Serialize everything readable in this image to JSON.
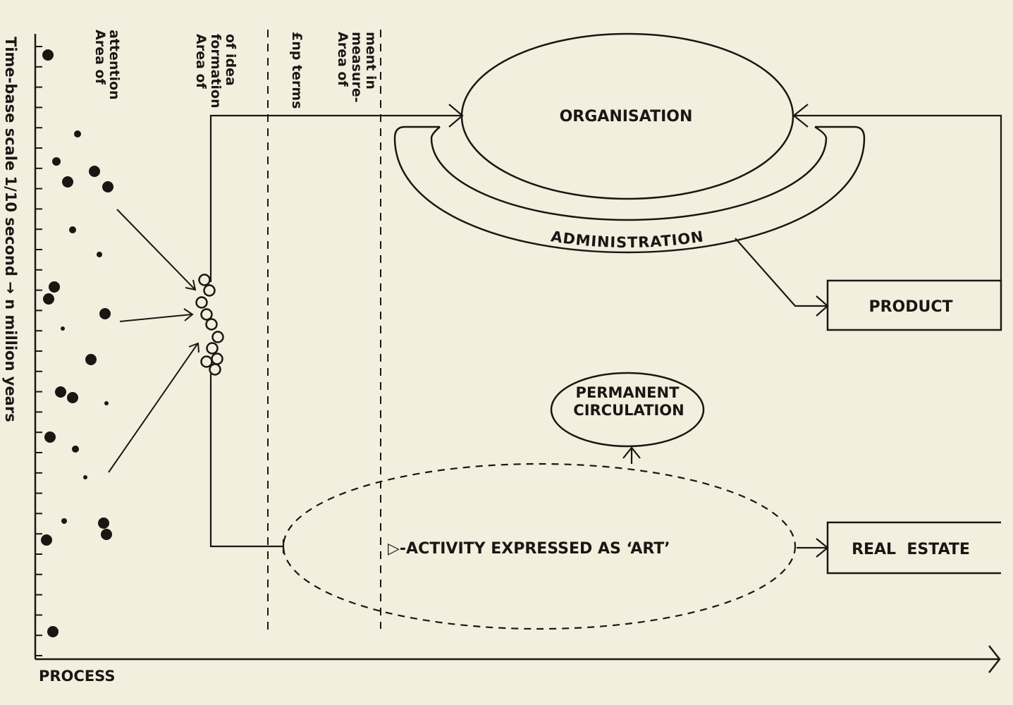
{
  "colors": {
    "ink": "#1a1713",
    "paper": "#f4eedf"
  },
  "axis": {
    "y_label": "Time-base scale 1/10 second → n million years",
    "x_label": "PROCESS"
  },
  "columns": {
    "attention": [
      "Area of",
      "attention"
    ],
    "formation": [
      "Area of",
      "formation",
      "of idea"
    ],
    "measurement": [
      "Area of",
      "measure-",
      "ment in",
      "£np terms"
    ]
  },
  "nodes": {
    "organisation": "ORGANISATION",
    "administration": "ADMINISTRATION",
    "product": "PRODUCT",
    "permanent_circulation": [
      "PERMANENT",
      "CIRCULATION"
    ],
    "activity": "▷-ACTIVITY EXPRESSED AS ‘ART’",
    "real_estate": "REAL  ESTATE"
  }
}
